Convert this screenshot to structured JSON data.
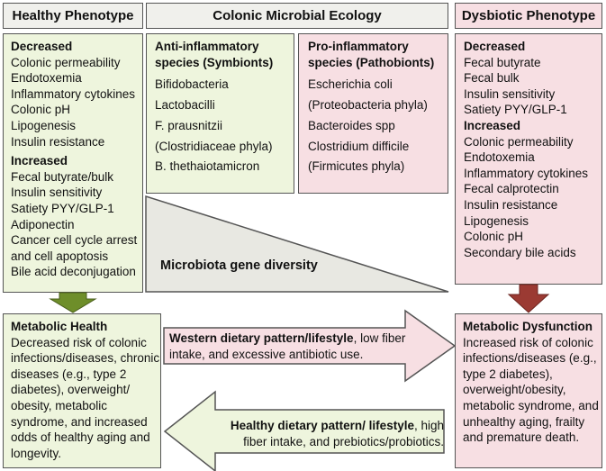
{
  "headers": {
    "healthy": "Healthy Phenotype",
    "ecology": "Colonic Microbial Ecology",
    "dysbiotic": "Dysbiotic Phenotype"
  },
  "healthy": {
    "decreased_title": "Decreased",
    "decreased": [
      "Colonic permeability",
      "Endotoxemia",
      "Inflammatory cytokines",
      "Colonic pH",
      "Lipogenesis",
      "Insulin resistance"
    ],
    "increased_title": "Increased",
    "increased": [
      "Fecal butyrate/bulk",
      "Insulin sensitivity",
      "Satiety PYY/GLP-1",
      "Adiponectin",
      "Cancer cell cycle arrest",
      "and cell apoptosis",
      "Bile acid deconjugation"
    ]
  },
  "symbionts": {
    "title_line1": "Anti-inflammatory",
    "title_line2": "species (Symbionts)",
    "items": [
      "Bifidobacteria",
      "Lactobacilli",
      "F. prausnitzii",
      "(Clostridiaceae phyla)",
      "B. thethaiotamicron"
    ]
  },
  "pathobionts": {
    "title_line1": "Pro-inflammatory",
    "title_line2": "species (Pathobionts)",
    "items": [
      "Escherichia coli",
      "(Proteobacteria phyla)",
      "Bacteroides spp",
      "Clostridium difficile",
      "(Firmicutes phyla)"
    ]
  },
  "gene_diversity_label": "Microbiota gene diversity",
  "dysbiotic": {
    "decreased_title": "Decreased",
    "decreased": [
      "Fecal butyrate",
      "Fecal bulk",
      "Insulin sensitivity",
      "Satiety PYY/GLP-1"
    ],
    "increased_title": "Increased",
    "increased": [
      "Colonic permeability",
      "Endotoxemia",
      "Inflammatory cytokines",
      "Fecal calprotectin",
      "Insulin resistance",
      "Lipogenesis",
      "Colonic pH",
      "Secondary bile acids"
    ]
  },
  "metabolic_health": {
    "title": "Metabolic Health",
    "lines": [
      "Decreased risk of colonic",
      "infections/diseases, chronic",
      "diseases (e.g., type 2",
      "diabetes), overweight/",
      "obesity, metabolic",
      "syndrome, and increased",
      "odds of healthy aging and",
      "longevity."
    ]
  },
  "metabolic_dysfunction": {
    "title": "Metabolic Dysfunction",
    "lines": [
      "Increased risk of colonic",
      "infections/diseases (e.g.,",
      "type 2 diabetes),",
      "overweight/obesity,",
      "metabolic syndrome, and",
      "unhealthy aging, frailty",
      "and premature death."
    ]
  },
  "western_arrow": {
    "bold": "Western dietary pattern/lifestyle",
    "rest_line1": ", low fiber",
    "line2": "intake, and excessive antibiotic use."
  },
  "healthy_arrow": {
    "bold": "Healthy dietary pattern/ lifestyle",
    "rest_line1": ", high",
    "line2": "fiber intake, and prebiotics/probiotics."
  },
  "colors": {
    "green_fill": "#eef5dd",
    "pink_fill": "#f7dfe3",
    "grey_fill": "#f0f0ec",
    "green_arrow": "#6e8e2a",
    "red_arrow": "#9b3a33"
  }
}
